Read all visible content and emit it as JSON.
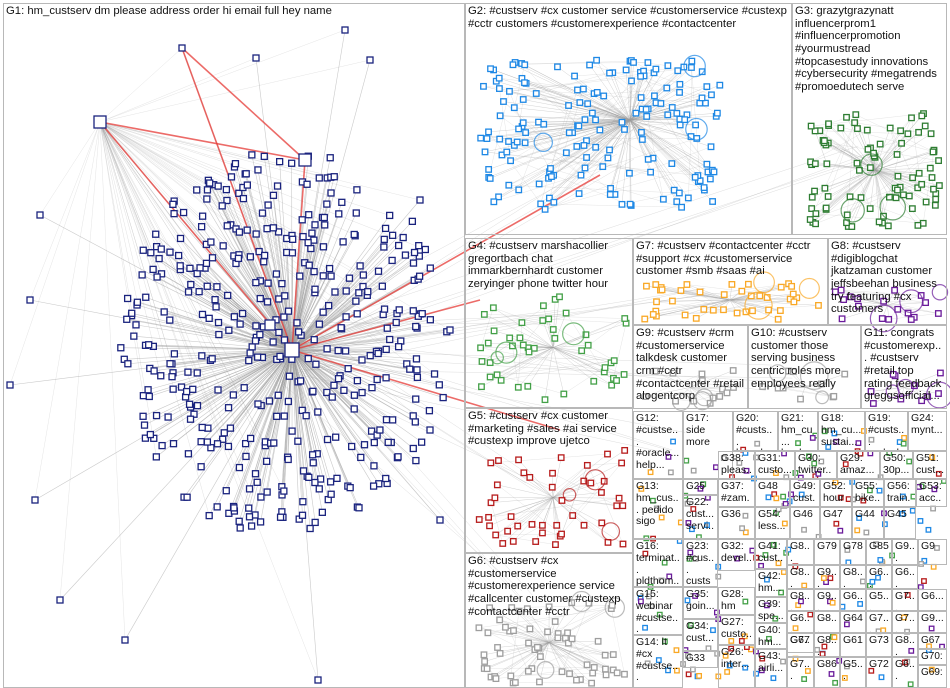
{
  "groups": [
    {
      "id": "G1",
      "label": "G1: hm_custserv dm please address order hi email full hey name"
    },
    {
      "id": "G2",
      "label": "G2: #custserv #cx customer service #customerservice #custexp #cctr customers #customerexperience #contactcenter"
    },
    {
      "id": "G3",
      "label": "G3: grazytgrazynatt influencerprom1 #influencerpromotion #yourmustread #topcasestudy innovations #cybersecurity #megatrends #promoedutech serve"
    },
    {
      "id": "G4",
      "label": "G4: #custserv marshacollier gregortbach chat immarkbernhardt customer zeryinger phone twitter hour"
    },
    {
      "id": "G7",
      "label": "G7: #custserv #contactcenter #cctr #support #cx #customerservice customer #smb #saas #ai"
    },
    {
      "id": "G8",
      "label": "G8: #custserv #digiblogchat jkatzaman customer jeffsbeehan business try featuring #cx customers"
    },
    {
      "id": "G9",
      "label": "G9: #custserv #crm #customerservice talkdesk customer crm #cctr #contactcenter #retail alogentcorp"
    },
    {
      "id": "G10",
      "label": "G10: #custserv customer those serving business centric roles more employees really"
    },
    {
      "id": "G11",
      "label": "G11: congrats #customerexp... #custserv #retail top rating feedback greggsofficial..."
    },
    {
      "id": "G5",
      "label": "G5: #custserv #cx customer #marketing #sales #ai service #custexp improve ujetco"
    },
    {
      "id": "G6",
      "label": "G6: #custserv #cx #customerservice #customerexperience service #callcenter customer #custexp #contactcenter #cctr"
    },
    {
      "id": "G12",
      "label": "G12: #custse... #oracle... help..."
    },
    {
      "id": "G17",
      "label": "G17: side more"
    },
    {
      "id": "G20",
      "label": "G20: #custs... heard..."
    },
    {
      "id": "G21",
      "label": "G21: hm_cu... hmdeu..."
    },
    {
      "id": "G18",
      "label": "G18: hm_cu... sustai..."
    },
    {
      "id": "G19",
      "label": "G19: #custs... realsal..."
    },
    {
      "id": "G24",
      "label": "G24: mynt..."
    },
    {
      "id": "G13",
      "label": "G13: hm_cus... pedido sigo"
    },
    {
      "id": "G25",
      "label": "G25"
    },
    {
      "id": "G38",
      "label": "G38: pleas..."
    },
    {
      "id": "G31",
      "label": "G31: custo..."
    },
    {
      "id": "G30",
      "label": "G30: twitter..."
    },
    {
      "id": "G29",
      "label": "G29: amaz..."
    },
    {
      "id": "G50",
      "label": "G50: 30p..."
    },
    {
      "id": "G51",
      "label": "G51: cust..."
    },
    {
      "id": "G37",
      "label": "G37: #zam..."
    },
    {
      "id": "G22",
      "label": "G22: cust... servi..."
    },
    {
      "id": "G48",
      "label": "G48"
    },
    {
      "id": "G49",
      "label": "G49: cust..."
    },
    {
      "id": "G52",
      "label": "G52: hours"
    },
    {
      "id": "G55",
      "label": "G55: bike..."
    },
    {
      "id": "G56",
      "label": "G56: train..."
    },
    {
      "id": "G53",
      "label": "G53: acc..."
    },
    {
      "id": "G36",
      "label": "G36"
    },
    {
      "id": "G54",
      "label": "G54: less..."
    },
    {
      "id": "G46",
      "label": "G46"
    },
    {
      "id": "G47",
      "label": "G47"
    },
    {
      "id": "G44",
      "label": "G44"
    },
    {
      "id": "G45",
      "label": "G45"
    },
    {
      "id": "G16",
      "label": "G16: terminat... pldthom..."
    },
    {
      "id": "G23",
      "label": "G23: #cus... custse..."
    },
    {
      "id": "G32",
      "label": "G32: devel..."
    },
    {
      "id": "G41",
      "label": "G41: cust..."
    },
    {
      "id": "G8x",
      "label": "G8..."
    },
    {
      "id": "G79",
      "label": "G79"
    },
    {
      "id": "G78",
      "label": "G78"
    },
    {
      "id": "G85",
      "label": "G85"
    },
    {
      "id": "G9x1",
      "label": "G9..."
    },
    {
      "id": "G9x2",
      "label": "G9"
    },
    {
      "id": "G42",
      "label": "G42: hm..."
    },
    {
      "id": "G8x2",
      "label": "G8..."
    },
    {
      "id": "G9x3",
      "label": "G9..."
    },
    {
      "id": "G8x3",
      "label": "G8..."
    },
    {
      "id": "G6x1",
      "label": "G6..."
    },
    {
      "id": "G6x2",
      "label": "G6..."
    },
    {
      "id": "G15",
      "label": "G15: webinar #custse..."
    },
    {
      "id": "G35",
      "label": "G35: goin..."
    },
    {
      "id": "G28",
      "label": "G28: hm co..."
    },
    {
      "id": "G39",
      "label": "G39: spe..."
    },
    {
      "id": "G8x4",
      "label": "G8..."
    },
    {
      "id": "G9x4",
      "label": "G9..."
    },
    {
      "id": "G6x3",
      "label": "G6..."
    },
    {
      "id": "G5x1",
      "label": "G5..."
    },
    {
      "id": "G7x1",
      "label": "G7..."
    },
    {
      "id": "G7x2",
      "label": "G7..."
    },
    {
      "id": "G6x4",
      "label": "G6..."
    },
    {
      "id": "G34",
      "label": "G34: cust..."
    },
    {
      "id": "G27",
      "label": "G27: custo..."
    },
    {
      "id": "G40",
      "label": "G40: hm..."
    },
    {
      "id": "G6x5",
      "label": "G6..."
    },
    {
      "id": "G8x5",
      "label": "G8..."
    },
    {
      "id": "G64",
      "label": "G64"
    },
    {
      "id": "G6x6",
      "label": "G6..."
    },
    {
      "id": "G7x3",
      "label": "G7..."
    },
    {
      "id": "G9x5",
      "label": "G9..."
    },
    {
      "id": "G14",
      "label": "G14: lt #cx #custse..."
    },
    {
      "id": "G33",
      "label": "G33"
    },
    {
      "id": "G26",
      "label": "G26: inter..."
    },
    {
      "id": "G77",
      "label": "G77"
    },
    {
      "id": "G8x6",
      "label": "G8..."
    },
    {
      "id": "G61",
      "label": "G61"
    },
    {
      "id": "G73",
      "label": "G73"
    },
    {
      "id": "G8x7",
      "label": "G8..."
    },
    {
      "id": "G67",
      "label": "G67"
    },
    {
      "id": "G70",
      "label": "G70:"
    },
    {
      "id": "G43",
      "label": "G43: airli..."
    },
    {
      "id": "G7x4",
      "label": "G7..."
    },
    {
      "id": "G86",
      "label": "G86"
    },
    {
      "id": "G5x2",
      "label": "G5..."
    },
    {
      "id": "G72",
      "label": "G72"
    },
    {
      "id": "G6x7",
      "label": "G6..."
    },
    {
      "id": "G69",
      "label": "G69:"
    }
  ],
  "palette": {
    "g1": "#1a237e",
    "g2": "#1e88e5",
    "g3": "#2e7d32",
    "g4": "#43a047",
    "g5": "#b71c1c",
    "g6": "#9e9e9e",
    "g7": "#f9a825",
    "g8": "#6a1b9a",
    "edge": "#9e9e9e",
    "edge_red": "#e53935"
  }
}
